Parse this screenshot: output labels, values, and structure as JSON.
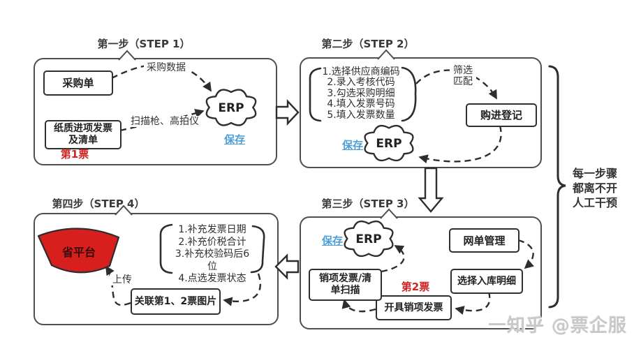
{
  "step1": {
    "title": "第一步（STEP 1）",
    "purchase_order_label": "采购单",
    "paper_invoice_lines": [
      "纸质进项发票",
      "及清单"
    ],
    "ticket_label": "第1票",
    "arrow_purchase_data": "采购数据",
    "arrow_scanner": "扫描枪、高拍仪",
    "erp_label": "ERP",
    "save_label": "保存"
  },
  "step2": {
    "title": "第二步（STEP 2）",
    "checklist": [
      "1.选择供应商编码",
      "2.录入考核代码",
      "3.勾选采购明细",
      "4.填入发票号码",
      "5.填入发票数量"
    ],
    "arrow_filter_lines": [
      "筛选",
      "匹配"
    ],
    "purchase_register_label": "购进登记",
    "erp_label": "ERP",
    "save_label": "保存"
  },
  "step3": {
    "title": "第三步（STEP 3）",
    "save_label": "保存",
    "erp_label": "ERP",
    "net_order_label": "网单管理",
    "select_inbound_label": "选择入库明细",
    "issue_invoice_label": "开具销项发票",
    "output_invoice_lines": [
      "销项发票/清",
      "单扫描"
    ],
    "ticket_label": "第2票"
  },
  "step4": {
    "title": "第四步（STEP 4）",
    "province_platform_label": "省平台",
    "checklist": [
      "1.补充发票日期",
      "2.补充价税合计",
      "3.补充校验码后6位",
      "4.点选发票状态"
    ],
    "upload_label": "上传",
    "link_images_label": "关联第1、2票图片"
  },
  "annotation": {
    "lines": [
      "每一步骤",
      "都离不开",
      "人工干预"
    ]
  },
  "watermark": "知乎 @票企服",
  "colors": {
    "accent_red": "#cf2422",
    "fan_red": "#d7201d",
    "link_blue": "#4f9fd9",
    "outline": "#2f2f2f"
  }
}
